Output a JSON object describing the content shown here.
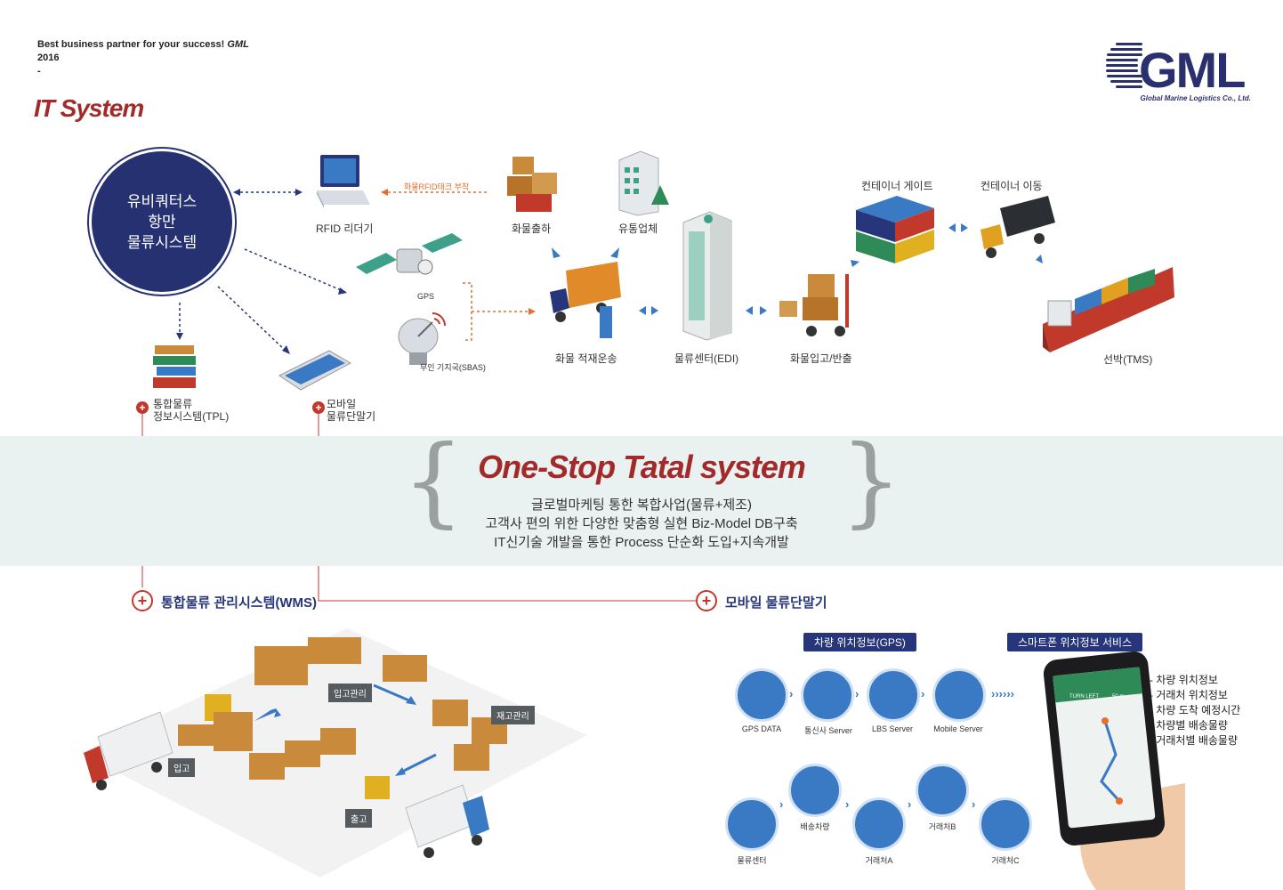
{
  "header": {
    "tagline": "Best business partner for your success!",
    "tagline_brand": "GML",
    "year": "2016",
    "dash": "-",
    "section_title": "IT System"
  },
  "logo": {
    "wordmark": "GML",
    "subtitle": "Global Marine Logistics Co., Ltd.",
    "color": "#2a2f6e"
  },
  "hub": {
    "label": "유비쿼터스\n항만\n물류시스템",
    "color": "#263172"
  },
  "flow": {
    "rfid": "RFID 리더기",
    "rfid_tag": "화물RFID태크 부착",
    "gps": "GPS",
    "sbas": "무인 기지국(SBAS)",
    "cargo_out": "화물출하",
    "distributor": "유통업체",
    "cargo_transport": "화물 적재운송",
    "edi": "물류센터(EDI)",
    "cargo_inout": "화물입고/반출",
    "container_gate": "컨테이너 게이트",
    "container_move": "컨테이너 이동",
    "ship": "선박(TMS)",
    "tpl": "통합물류\n정보시스템(TPL)",
    "mobile": "모바일\n물류단말기"
  },
  "onestop": {
    "title": "One-Stop Tatal system",
    "lines": [
      "글로벌마케팅 통한 복합사업(물류+제조)",
      "고객사 편의 위한 다양한 맞춤형 실현 Biz-Model DB구축",
      "IT신기술 개발을 통한 Process 단순화 도입+지속개발"
    ]
  },
  "wms": {
    "title": "통합물류 관리시스템(WMS)",
    "inbound": "입고",
    "receiving": "입고관리",
    "inventory": "재고관리",
    "outbound": "출고"
  },
  "mobile_section": {
    "title": "모바일 물류단말기",
    "gps_pill": "차량 위치정보(GPS)",
    "phone_pill": "스마트폰 위치정보 서비스",
    "chain1": [
      "GPS DATA",
      "통신사 Server",
      "LBS Server",
      "Mobile Server"
    ],
    "chain2": [
      "물류센터",
      "배송차량",
      "거래처A",
      "거래처B",
      "거래처C"
    ],
    "bullets": [
      "- 차량 위치정보",
      "- 거래처 위치정보",
      "- 차량 도착 예정시간",
      "- 차량별 배송물량",
      "- 거래처별 배송물량"
    ],
    "phone_direction": "TURN LEFT",
    "phone_distance": "50 m"
  },
  "colors": {
    "accent_red": "#a32a2a",
    "navy": "#27357a",
    "blue": "#3a79c4",
    "band": "#e9f2f1"
  }
}
